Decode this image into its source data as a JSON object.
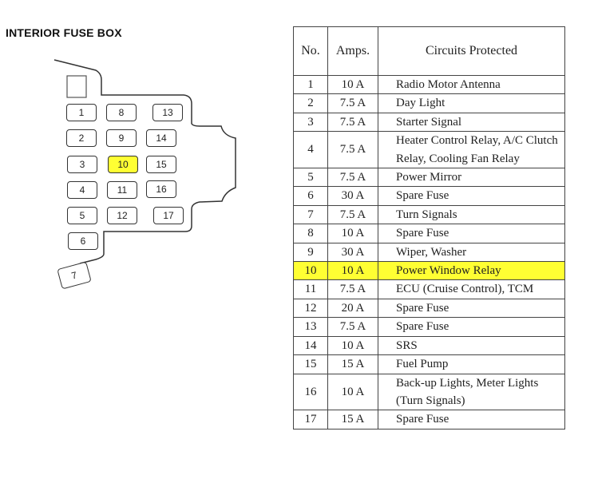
{
  "title": "INTERIOR FUSE BOX",
  "highlight_color": "#ffff33",
  "fuse_labels": [
    "1",
    "2",
    "3",
    "4",
    "5",
    "6",
    "7",
    "8",
    "9",
    "10",
    "11",
    "12",
    "13",
    "14",
    "15",
    "16",
    "17"
  ],
  "table": {
    "headers": [
      "No.",
      "Amps.",
      "Circuits Protected"
    ],
    "rows": [
      {
        "no": "1",
        "amps": "10 A",
        "circuit": "Radio Motor Antenna"
      },
      {
        "no": "2",
        "amps": "7.5 A",
        "circuit": "Day Light"
      },
      {
        "no": "3",
        "amps": "7.5 A",
        "circuit": "Starter Signal"
      },
      {
        "no": "4",
        "amps": "7.5 A",
        "circuit": "Heater Control Relay, A/C Clutch Relay, Cooling Fan Relay"
      },
      {
        "no": "5",
        "amps": "7.5 A",
        "circuit": "Power Mirror"
      },
      {
        "no": "6",
        "amps": "30 A",
        "circuit": "Spare Fuse"
      },
      {
        "no": "7",
        "amps": "7.5 A",
        "circuit": "Turn Signals"
      },
      {
        "no": "8",
        "amps": "10 A",
        "circuit": "Spare Fuse"
      },
      {
        "no": "9",
        "amps": "30 A",
        "circuit": "Wiper, Washer"
      },
      {
        "no": "10",
        "amps": "10 A",
        "circuit": "Power Window Relay",
        "highlighted": true
      },
      {
        "no": "11",
        "amps": "7.5 A",
        "circuit": "ECU (Cruise Control), TCM"
      },
      {
        "no": "12",
        "amps": "20 A",
        "circuit": "Spare Fuse"
      },
      {
        "no": "13",
        "amps": "7.5 A",
        "circuit": "Spare Fuse"
      },
      {
        "no": "14",
        "amps": "10 A",
        "circuit": "SRS"
      },
      {
        "no": "15",
        "amps": "15 A",
        "circuit": "Fuel Pump"
      },
      {
        "no": "16",
        "amps": "10 A",
        "circuit": "Back-up Lights, Meter Lights (Turn Signals)"
      },
      {
        "no": "17",
        "amps": "15 A",
        "circuit": "Spare Fuse"
      }
    ]
  }
}
